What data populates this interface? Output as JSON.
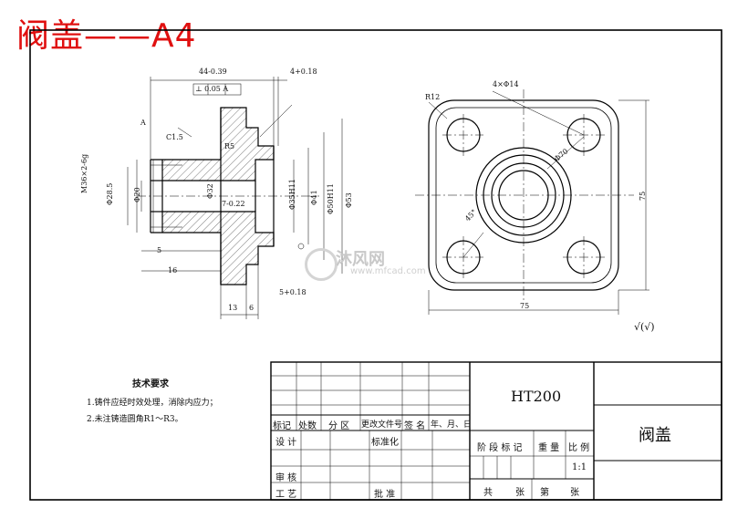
{
  "sheet_title": "阀盖——A4",
  "tech_requirements": {
    "heading": "技术要求",
    "items": [
      "1.铸件应经时效处理，消除内应力；",
      "2.未注铸造圆角R1～R3。"
    ]
  },
  "dims": {
    "overall_len": "44-0.39",
    "flange_thk": "4+0.18",
    "perp_tol": "⊥ 0.05 A",
    "chamfer": "C1.5",
    "radius_r5": "R5",
    "thread": "M36×2-6g",
    "d28_5": "Φ28.5",
    "d20": "Φ20",
    "d32": "Φ32",
    "len7": "7-0.22",
    "d35": "Φ35H11",
    "d41": "Φ41",
    "d50": "Φ50H11",
    "d53": "Φ53",
    "len5": "5",
    "len16": "16",
    "len13": "13",
    "len6": "6",
    "len5b": "5+0.18",
    "datum_a": "A",
    "r12": "R12",
    "holes": "4×Φ14",
    "d70": "Φ70",
    "angle45": "45°",
    "width75": "75",
    "height75": "75",
    "ra_mark": "√(√)"
  },
  "title_block": {
    "material": "HT200",
    "part_name": "阀盖",
    "scale": "1:1",
    "hdr_mark": "标记",
    "hdr_count": "处数",
    "hdr_zone": "分 区",
    "hdr_change": "更改文件号",
    "hdr_sign": "签 名",
    "hdr_date": "年、月、日",
    "row_design": "设 计",
    "row_standard": "标准化",
    "row_review": "审 核",
    "row_process": "工 艺",
    "row_approve": "批 准",
    "stage_mark": "阶 段 标 记",
    "weight": "重 量",
    "ratio": "比 例",
    "sheets_total": "共",
    "sheets_word": "张",
    "sheet_no": "第",
    "sheet_word": "张"
  },
  "watermark": {
    "brand": "沐风网",
    "url": "www.mfcad.com"
  }
}
